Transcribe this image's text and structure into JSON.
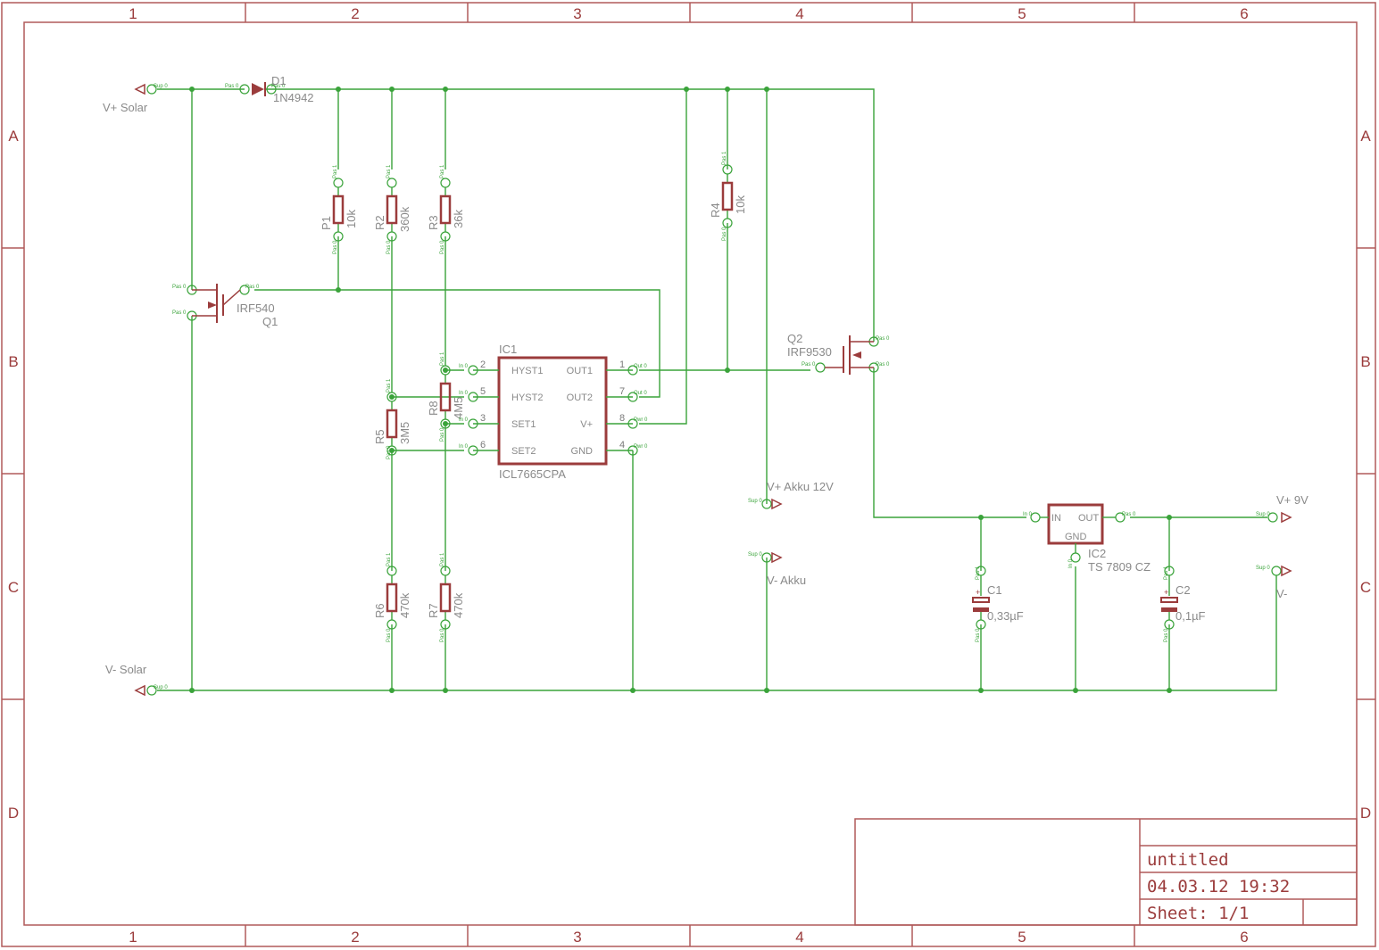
{
  "frame": {
    "columns": [
      "1",
      "2",
      "3",
      "4",
      "5",
      "6"
    ],
    "rows": [
      "A",
      "B",
      "C",
      "D"
    ]
  },
  "title_block": {
    "name": "untitled",
    "datetime": "04.03.12 19:32",
    "sheet": "Sheet: 1/1"
  },
  "nets": {
    "v_plus_solar": "V+ Solar",
    "v_minus_solar": "V- Solar",
    "v_plus_akku": "V+ Akku 12V",
    "v_minus_akku": "V- Akku",
    "v_plus_9v": "V+ 9V",
    "v_minus": "V-"
  },
  "parts": {
    "d1": {
      "name": "D1",
      "value": "1N4942"
    },
    "p1": {
      "name": "P1",
      "value": "10k"
    },
    "r2": {
      "name": "R2",
      "value": "360k"
    },
    "r3": {
      "name": "R3",
      "value": "36k"
    },
    "r4": {
      "name": "R4",
      "value": "10k"
    },
    "r5": {
      "name": "R5",
      "value": "3M5"
    },
    "r6": {
      "name": "R6",
      "value": "470k"
    },
    "r7": {
      "name": "R7",
      "value": "470k"
    },
    "r8": {
      "name": "R8",
      "value": "4M5"
    },
    "q1": {
      "name": "Q1",
      "value": "IRF540"
    },
    "q2": {
      "name": "Q2",
      "value": "IRF9530"
    },
    "ic1": {
      "name": "IC1",
      "value": "ICL7665CPA",
      "left_pins": [
        {
          "label": "HYST1",
          "num": "2"
        },
        {
          "label": "HYST2",
          "num": "5"
        },
        {
          "label": "SET1",
          "num": "3"
        },
        {
          "label": "SET2",
          "num": "6"
        }
      ],
      "right_pins": [
        {
          "label": "OUT1",
          "num": "1"
        },
        {
          "label": "OUT2",
          "num": "7"
        },
        {
          "label": "V+",
          "num": "8"
        },
        {
          "label": "GND",
          "num": "4"
        }
      ]
    },
    "ic2": {
      "name": "IC2",
      "value": "TS 7809 CZ",
      "pin_in": "IN",
      "pin_out": "OUT",
      "pin_gnd": "GND"
    },
    "c1": {
      "name": "C1",
      "value": "0,33µF"
    },
    "c2": {
      "name": "C2",
      "value": "0,1µF"
    }
  },
  "pin_tags": {
    "sup": "Sup 0",
    "pas0": "Pas 0",
    "pas1": "Pas 1",
    "in": "In 0",
    "out": "Out 0",
    "pwr": "Pwr 0"
  },
  "colors": {
    "frame": "#b05a5a",
    "symbol": "#9b3c3c",
    "wire": "#3aa33a",
    "label": "#8a8a8a"
  }
}
